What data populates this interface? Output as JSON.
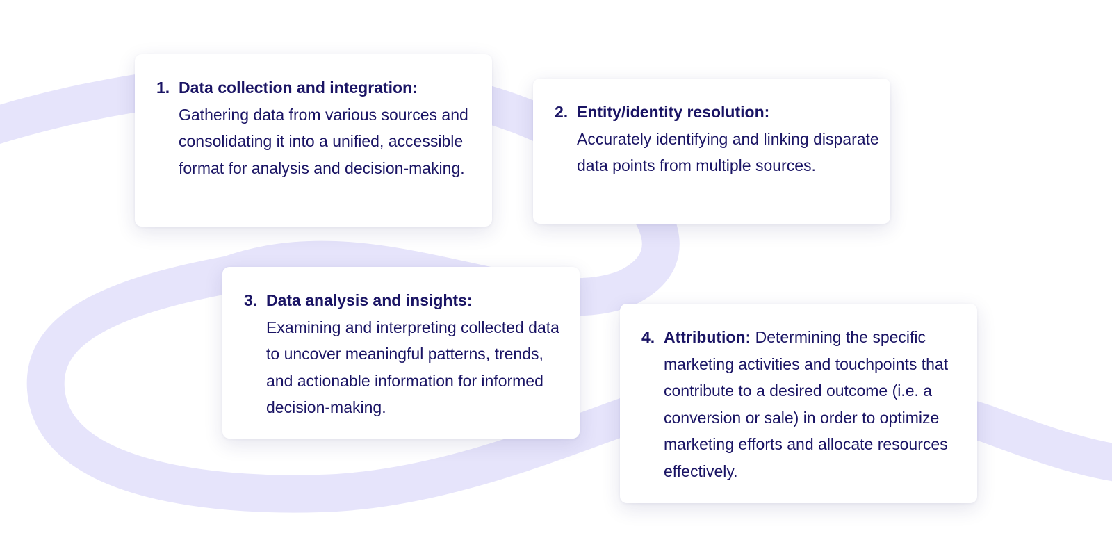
{
  "theme": {
    "text_color": "#1a1464",
    "ribbon_color": "#e6e4fb",
    "card_background": "#ffffff"
  },
  "steps": [
    {
      "number": "1.",
      "heading": "Data collection and integration:",
      "body": "Gathering data from various sources and consolidating it into a unified, accessible format for analysis and decision-making."
    },
    {
      "number": "2.",
      "heading": "Entity/identity resolution:",
      "body": "Accurately identifying and linking disparate data points from multiple sources."
    },
    {
      "number": "3.",
      "heading": "Data analysis and insights:",
      "body": "Examining and interpreting collected data to uncover meaningful patterns, trends, and actionable information for informed decision-making."
    },
    {
      "number": "4.",
      "heading": "Attribution:",
      "body": "Determining the specific marketing activities and touchpoints that contribute to a desired outcome (i.e. a conversion or sale) in order to optimize marketing efforts and allocate resources effectively."
    }
  ]
}
